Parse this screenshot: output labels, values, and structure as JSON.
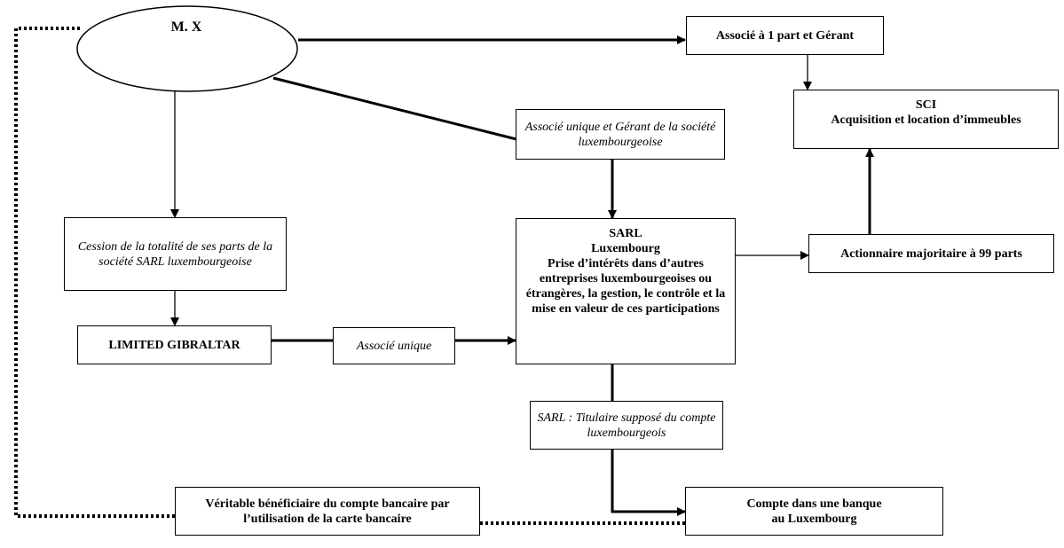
{
  "nodes": {
    "mx": "M. X",
    "associe_1_part": "Associé à 1 part et Gérant",
    "sci_title": "SCI",
    "sci_desc": "Acquisition et location d’immeubles",
    "associe_unique_gerant": "Associé unique et Gérant de la société luxembourgeoise",
    "cession": "Cession de la totalité de ses parts de la société SARL luxembourgeoise",
    "sarl_title": "SARL",
    "sarl_sub": "Luxembourg",
    "sarl_desc": "Prise d’intérêts dans d’autres entreprises luxembourgeoises ou étrangères, la gestion, le contrôle et la mise en valeur de ces participations",
    "actionnaire": "Actionnaire majoritaire à 99 parts",
    "limited": "LIMITED GIBRALTAR",
    "associe_unique": "Associé unique",
    "sarl_titulaire": "SARL : Titulaire supposé du compte luxembourgeois",
    "veritable": "Véritable bénéficiaire du compte bancaire par l’utilisation de la carte bancaire",
    "compte_line1": "Compte dans une banque",
    "compte_line2": "au Luxembourg"
  }
}
